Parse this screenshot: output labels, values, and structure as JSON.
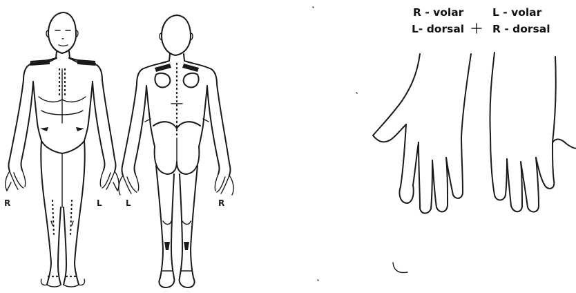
{
  "front_view": {
    "right_label": "R",
    "left_label": "L"
  },
  "back_view": {
    "left_label": "L",
    "right_label": "R"
  },
  "hands": {
    "pair1_line1": "R - volar",
    "pair1_line2": "L- dorsal",
    "pair2_line1": "L - volar",
    "pair2_line2": "R - dorsal"
  }
}
